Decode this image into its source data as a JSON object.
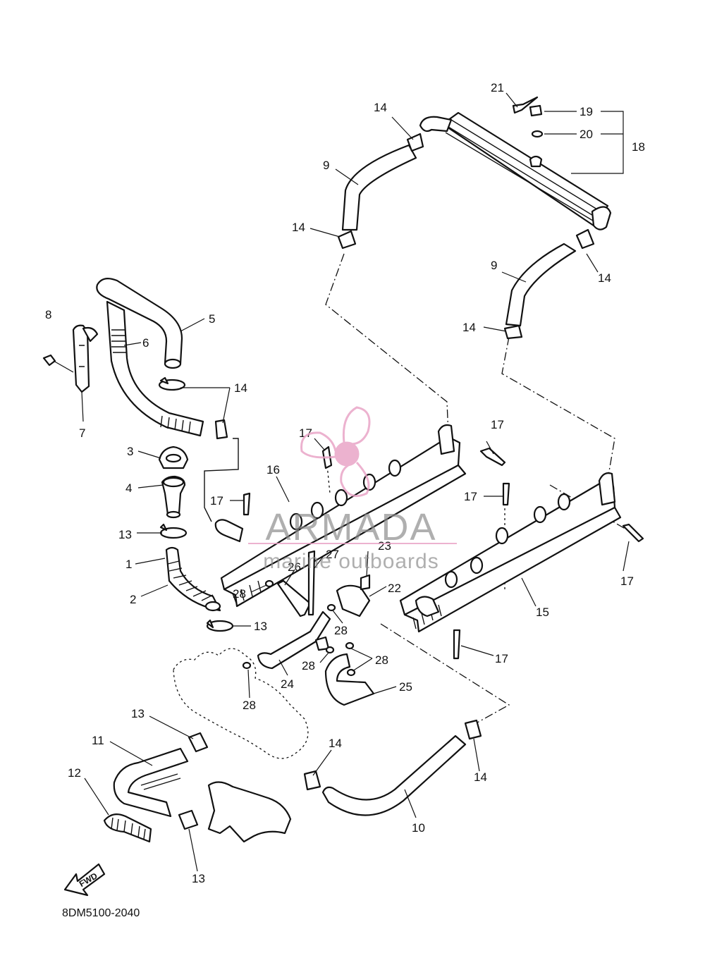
{
  "diagram": {
    "code": "8DM5100-2040",
    "fwd_label": "FWD",
    "callouts": [
      {
        "id": "c1",
        "label": "1"
      },
      {
        "id": "c2",
        "label": "2"
      },
      {
        "id": "c3",
        "label": "3"
      },
      {
        "id": "c4",
        "label": "4"
      },
      {
        "id": "c5",
        "label": "5"
      },
      {
        "id": "c6",
        "label": "6"
      },
      {
        "id": "c7",
        "label": "7"
      },
      {
        "id": "c8",
        "label": "8"
      },
      {
        "id": "c9a",
        "label": "9"
      },
      {
        "id": "c9b",
        "label": "9"
      },
      {
        "id": "c10",
        "label": "10"
      },
      {
        "id": "c11",
        "label": "11"
      },
      {
        "id": "c12",
        "label": "12"
      },
      {
        "id": "c13a",
        "label": "13"
      },
      {
        "id": "c13b",
        "label": "13"
      },
      {
        "id": "c13c",
        "label": "13"
      },
      {
        "id": "c13d",
        "label": "13"
      },
      {
        "id": "c14a",
        "label": "14"
      },
      {
        "id": "c14b",
        "label": "14"
      },
      {
        "id": "c14c",
        "label": "14"
      },
      {
        "id": "c14d",
        "label": "14"
      },
      {
        "id": "c14e",
        "label": "14"
      },
      {
        "id": "c14f",
        "label": "14"
      },
      {
        "id": "c14g",
        "label": "14"
      },
      {
        "id": "c15",
        "label": "15"
      },
      {
        "id": "c16",
        "label": "16"
      },
      {
        "id": "c17a",
        "label": "17"
      },
      {
        "id": "c17b",
        "label": "17"
      },
      {
        "id": "c17c",
        "label": "17"
      },
      {
        "id": "c17d",
        "label": "17"
      },
      {
        "id": "c17e",
        "label": "17"
      },
      {
        "id": "c17f",
        "label": "17"
      },
      {
        "id": "c18",
        "label": "18"
      },
      {
        "id": "c19",
        "label": "19"
      },
      {
        "id": "c20",
        "label": "20"
      },
      {
        "id": "c21",
        "label": "21"
      },
      {
        "id": "c22",
        "label": "22"
      },
      {
        "id": "c23",
        "label": "23"
      },
      {
        "id": "c24",
        "label": "24"
      },
      {
        "id": "c25",
        "label": "25"
      },
      {
        "id": "c26",
        "label": "26"
      },
      {
        "id": "c27",
        "label": "27"
      },
      {
        "id": "c28a",
        "label": "28"
      },
      {
        "id": "c28b",
        "label": "28"
      },
      {
        "id": "c28c",
        "label": "28"
      },
      {
        "id": "c28d",
        "label": "28"
      },
      {
        "id": "c28e",
        "label": "28"
      }
    ]
  },
  "watermark": {
    "brand": "ARMADA",
    "tagline": "marine outboards",
    "logo_color": "#e8a0c4",
    "text_color": "#8a8a8a"
  }
}
